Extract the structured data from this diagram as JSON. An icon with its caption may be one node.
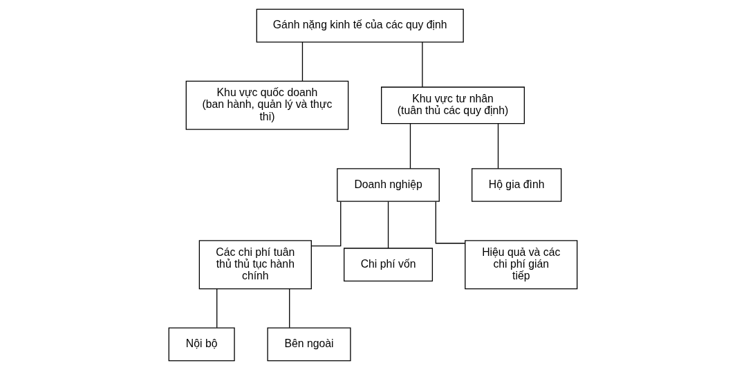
{
  "diagram": {
    "nodes": [
      {
        "text": [
          "Gánh nặng kinh tế của các quy định"
        ]
      },
      {
        "text": [
          "Khu vực quốc doanh",
          "(ban hành, quản lý và thực thi)"
        ]
      },
      {
        "text": [
          "Khu vực tư nhân",
          "(tuân thủ các quy định)"
        ]
      },
      {
        "text": [
          "Doanh nghiệp"
        ]
      },
      {
        "text": [
          "Hộ gia đình"
        ]
      },
      {
        "text": [
          "Các chi phí tuân thủ thủ tục hành chính"
        ]
      },
      {
        "text": [
          "Chi phí vốn"
        ]
      },
      {
        "text": [
          "Hiệu quả và các chi phí gián tiếp"
        ]
      },
      {
        "text": [
          "Nội bộ"
        ]
      },
      {
        "text": [
          "Bên ngoài"
        ]
      }
    ],
    "edges": [
      {
        "from": 0,
        "to": 1,
        "arrow": "none"
      },
      {
        "from": 0,
        "to": 2,
        "arrow": "none"
      },
      {
        "from": 2,
        "to": 3,
        "arrow": "none"
      },
      {
        "from": 2,
        "to": 4,
        "arrow": "none"
      },
      {
        "from": 3,
        "to": 5,
        "arrow": "none"
      },
      {
        "from": 3,
        "to": 6,
        "arrow": "none"
      },
      {
        "from": 3,
        "to": 7,
        "arrow": "none"
      },
      {
        "from": 5,
        "to": 8,
        "arrow": "none"
      },
      {
        "from": 5,
        "to": 9,
        "arrow": "none"
      }
    ]
  }
}
